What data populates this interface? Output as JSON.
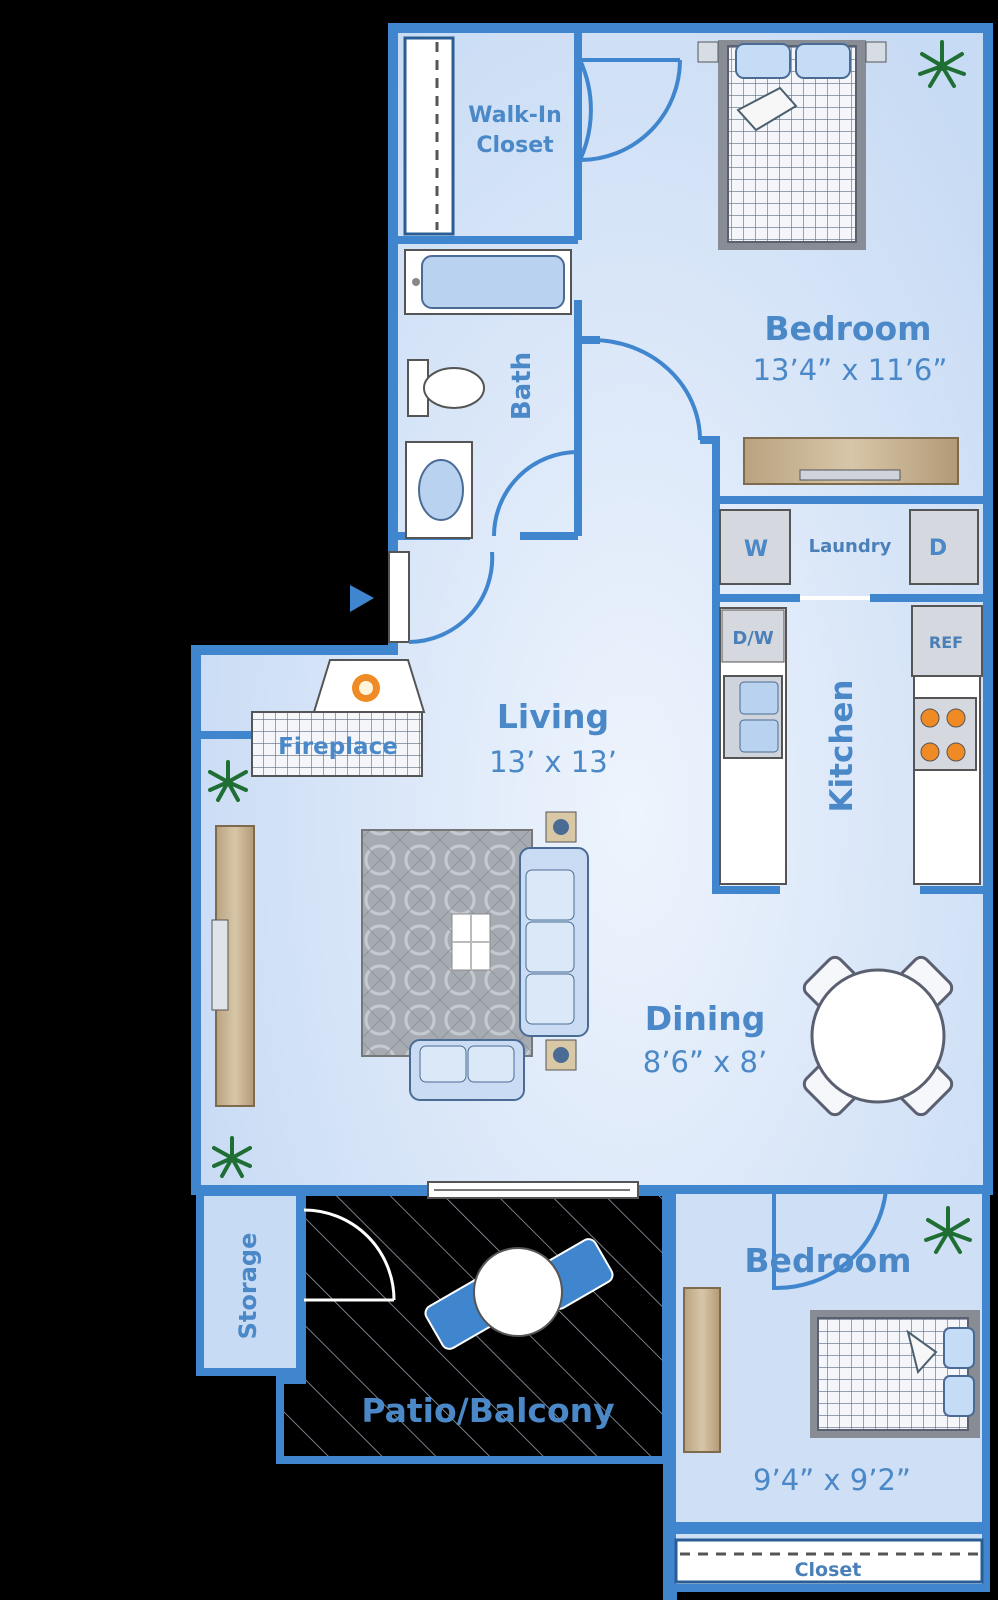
{
  "rooms": {
    "walk_in_closet": {
      "line1": "Walk-In",
      "line2": "Closet"
    },
    "bedroom1": {
      "name": "Bedroom",
      "dim": "13’4” x 11’6”"
    },
    "bath": {
      "name": "Bath"
    },
    "laundry": {
      "name": "Laundry",
      "washer": "W",
      "dryer": "D"
    },
    "kitchen": {
      "name": "Kitchen",
      "dishwasher": "D/W",
      "fridge": "REF"
    },
    "living": {
      "name": "Living",
      "dim": "13’ x 13’"
    },
    "fireplace": {
      "name": "Fireplace"
    },
    "dining": {
      "name": "Dining",
      "dim": "8’6” x 8’"
    },
    "storage": {
      "name": "Storage"
    },
    "patio": {
      "name": "Patio/Balcony"
    },
    "bedroom2": {
      "name": "Bedroom",
      "dim": "9’4” x 9’2”"
    },
    "closet": {
      "name": "Closet"
    }
  },
  "colors": {
    "wall": "#3f86cf",
    "floor": "#d4e3f7",
    "floor_center": "#eef4fd",
    "background": "#000000",
    "wood": "#c9b595",
    "accent_orange": "#f08a24"
  },
  "icons": [
    "entry-arrow-icon",
    "plant-icon",
    "bed-icon",
    "sofa-icon",
    "dining-table-icon",
    "bathtub-icon",
    "toilet-icon",
    "sink-icon",
    "stove-icon",
    "patio-chair-icon"
  ]
}
